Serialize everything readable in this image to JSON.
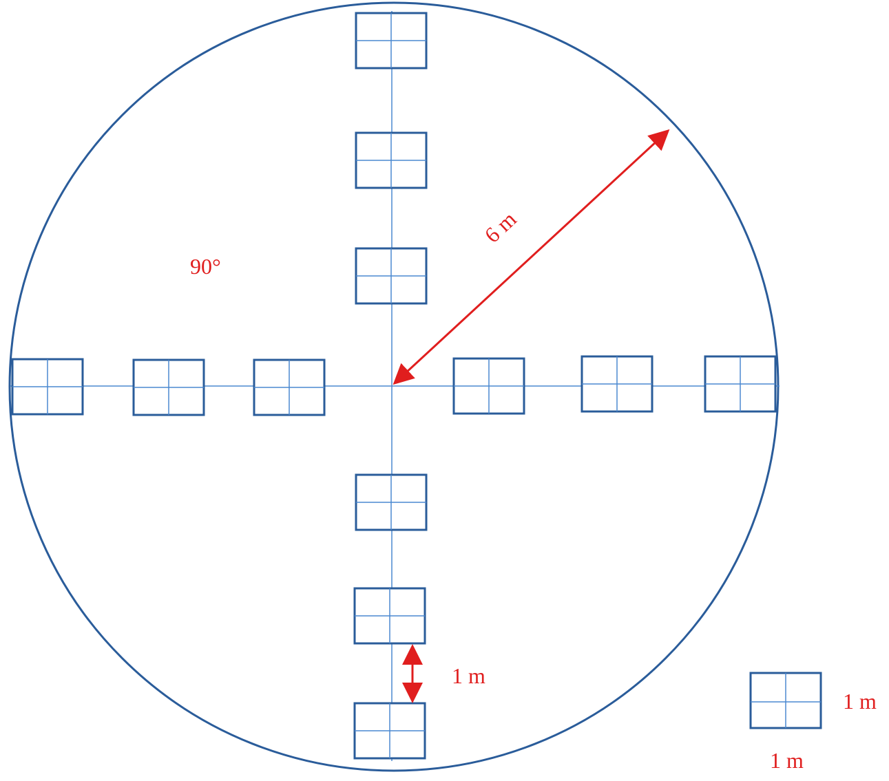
{
  "labels": {
    "radius": "6 m",
    "angle": "90°",
    "spacing": "1 m",
    "legend_height": "1 m",
    "legend_width": "1 m"
  },
  "colors": {
    "outline": "#2A5C9A",
    "axis": "#4A88D0",
    "inner_grid": "#4A88D0",
    "annotation": "#E01E1E",
    "background": "#FFFFFF"
  },
  "layout_facts": {
    "quadrats_per_arm": 3,
    "arms": 4
  }
}
